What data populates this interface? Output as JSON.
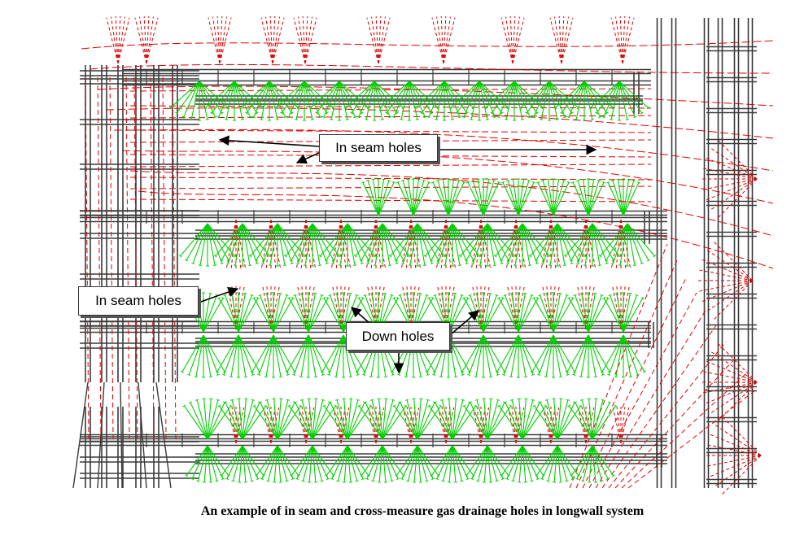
{
  "callouts": {
    "in_seam_top": "In seam holes",
    "in_seam_left": "In seam holes",
    "down_holes": "Down holes"
  },
  "caption": "An example of in seam and cross-measure gas drainage holes in longwall system",
  "colors": {
    "roadway_outline": "#3a3a3a",
    "in_seam_holes": "#e00000",
    "cross_measure_holes": "#00d000",
    "annotation_arrow": "#000000"
  }
}
